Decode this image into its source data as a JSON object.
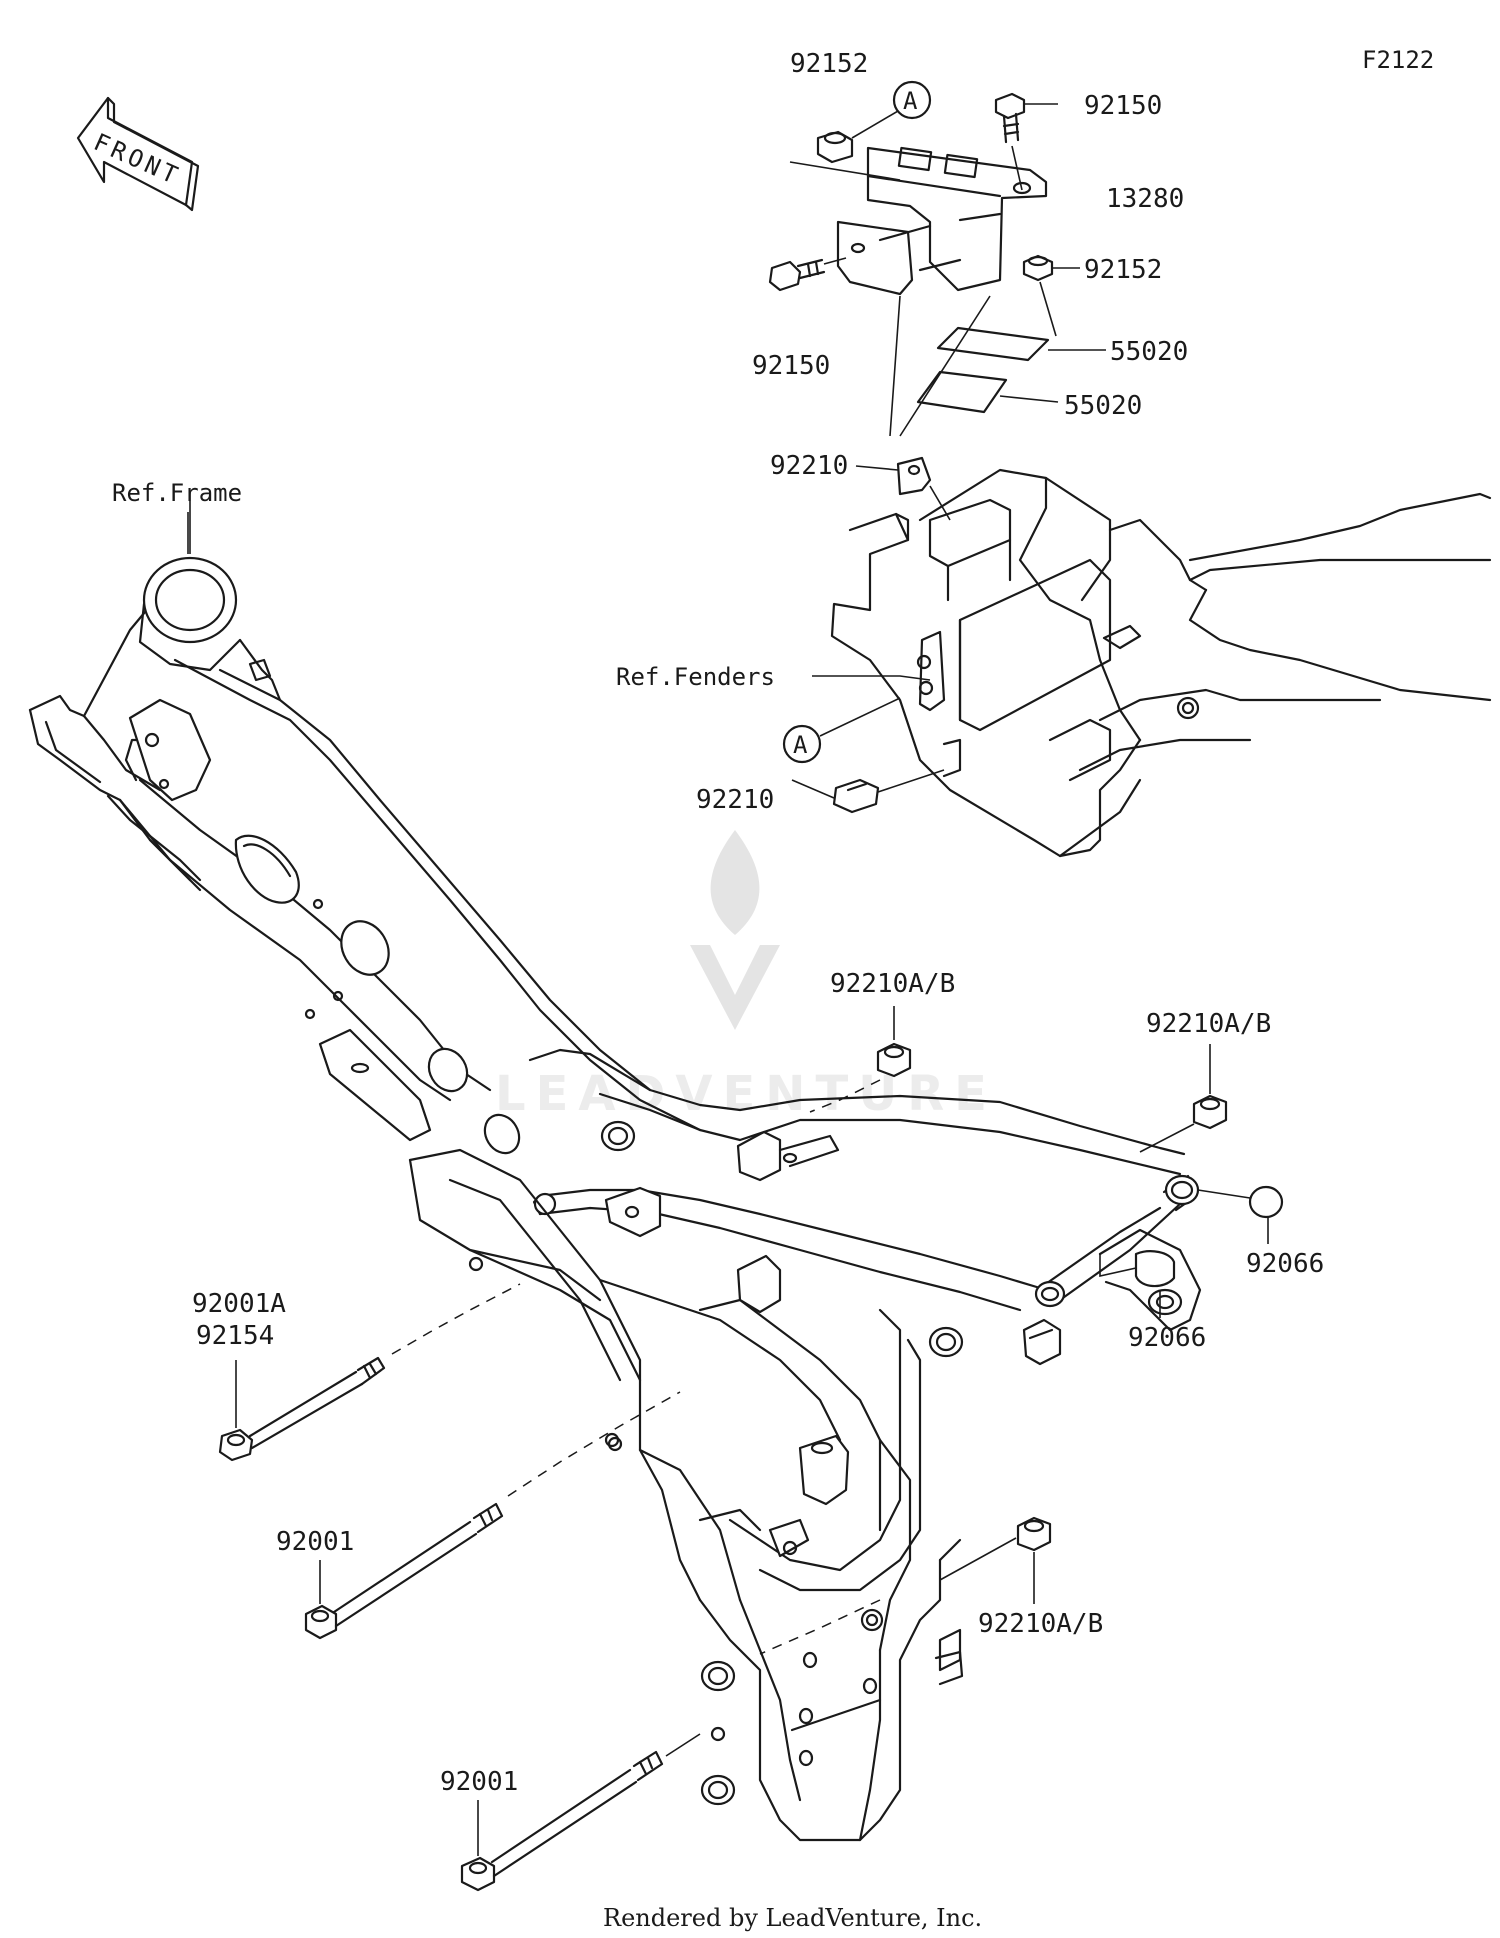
{
  "figure_code": "F2122",
  "front_arrow_text": "FRONT",
  "circle_marker": "A",
  "reference_labels": {
    "frame": "Ref.Frame",
    "fenders": "Ref.Fenders"
  },
  "part_labels": {
    "p92152_top": "92152",
    "p92150_top": "92150",
    "p13280": "13280",
    "p92152_right": "92152",
    "p92150_left": "92150",
    "p55020_a": "55020",
    "p55020_b": "55020",
    "p92210_top": "92210",
    "p92210_bottom": "92210",
    "p92210ab_center": "92210A/B",
    "p92210ab_right": "92210A/B",
    "p92066_right": "92066",
    "p92066_lower": "92066",
    "p92001a": "92001A",
    "p92154": "92154",
    "p92001_mid": "92001",
    "p92210ab_low": "92210A/B",
    "p92001_low": "92001"
  },
  "watermark_text": "LEADVENTURE",
  "footer_text": "Rendered by LeadVenture, Inc."
}
